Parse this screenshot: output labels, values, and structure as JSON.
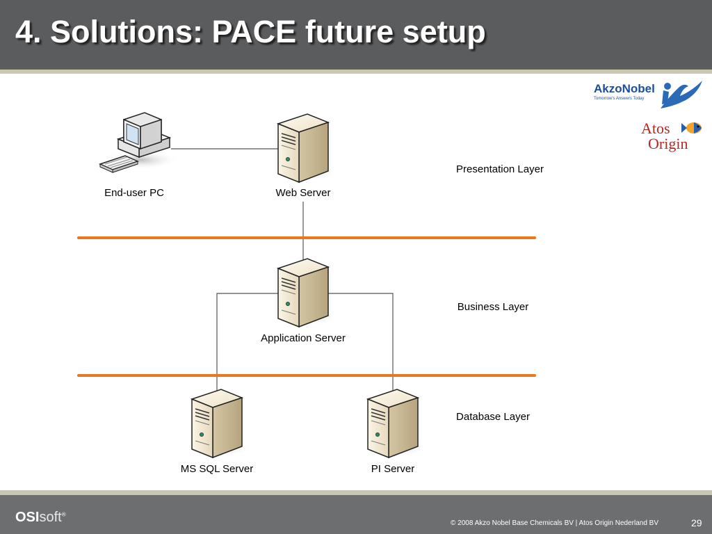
{
  "header": {
    "title": "4. Solutions: PACE future setup"
  },
  "logos": {
    "akzo": {
      "name": "AkzoNobel",
      "tagline": "Tomorrow's Answers Today"
    },
    "atos": {
      "line1": "Atos",
      "line2": "Origin"
    }
  },
  "diagram": {
    "nodes": {
      "end_user_pc": "End-user PC",
      "web_server": "Web Server",
      "application_server": "Application Server",
      "ms_sql_server": "MS SQL Server",
      "pi_server": "PI Server"
    },
    "layers": {
      "presentation": "Presentation Layer",
      "business": "Business Layer",
      "database": "Database Layer"
    },
    "layer_divider_color": "#e87722",
    "connector_color": "#555555"
  },
  "footer": {
    "logo_bold": "OSI",
    "logo_light": "soft",
    "logo_mark": "®",
    "copyright": "© 2008 Akzo Nobel Base Chemicals BV  |  Atos Origin Nederland BV",
    "page_number": "29"
  }
}
